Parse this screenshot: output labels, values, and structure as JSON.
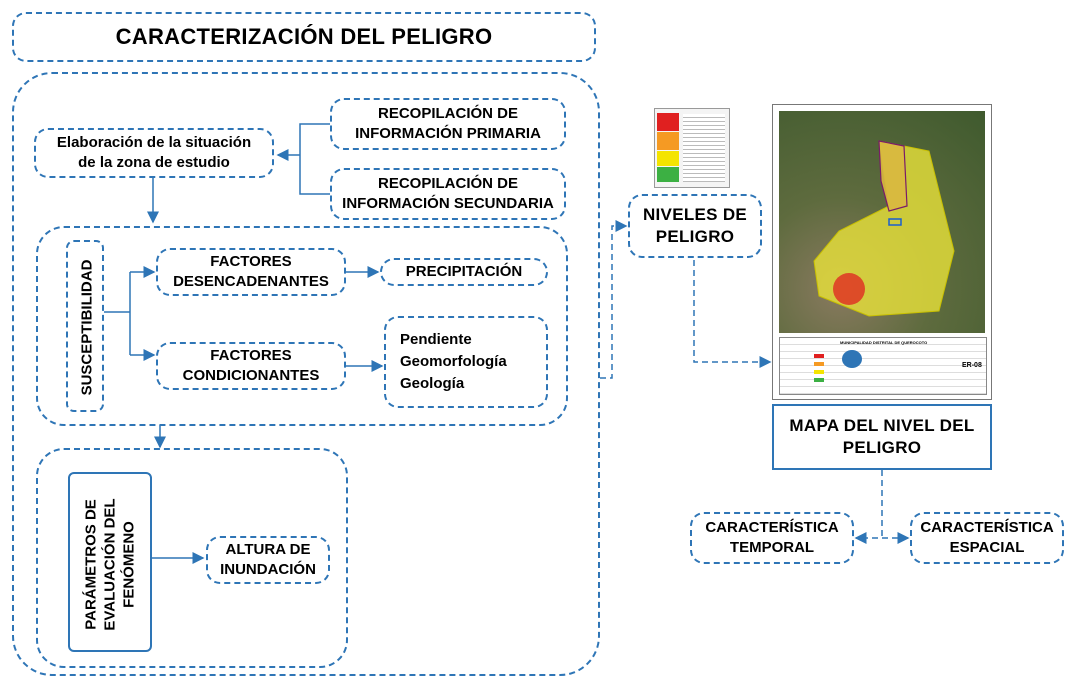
{
  "title": "CARACTERIZACIÓN DEL PELIGRO",
  "left": {
    "situation": "Elaboración de la situación\nde la zona de estudio",
    "primary": "RECOPILACIÓN DE\nINFORMACIÓN PRIMARIA",
    "secondary": "RECOPILACIÓN DE\nINFORMACIÓN SECUNDARIA",
    "susceptibility": "SUSCEPTIBILIDAD",
    "triggers": "FACTORES\nDESENCADENANTES",
    "precipitation": "PRECIPITACIÓN",
    "conditioning": "FACTORES\nCONDICIONANTES",
    "conditions_list": "Pendiente\nGeomorfología\nGeología",
    "params": "PARÁMETROS DE\nEVALUACIÓN DEL\nFENÓMENO",
    "flood": "ALTURA DE\nINUNDACIÓN"
  },
  "right": {
    "levels": "NIVELES DE\nPELIGRO",
    "map_title_box": "MAPA DEL NIVEL DEL\nPELIGRO",
    "temporal": "CARACTERÍSTICA\nTEMPORAL",
    "spatial": "CARACTERÍSTICA\nESPACIAL",
    "map_header": "MUNICIPALIDAD DISTRITAL DE QUEROCOTO",
    "map_code": "ER-08"
  },
  "colors": {
    "accent": "#2e75b6",
    "very_high": "#e02020",
    "high": "#f59a23",
    "medium": "#f4e400",
    "low": "#3cb043"
  }
}
